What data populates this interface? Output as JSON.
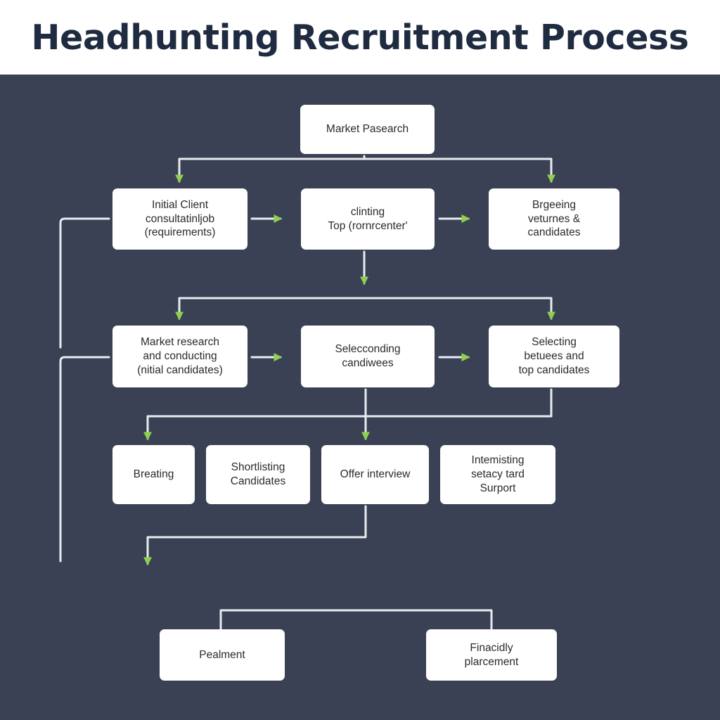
{
  "title": "Headhunting Recruitment Process",
  "colors": {
    "background": "#3a4154",
    "header": "#ffffff",
    "title": "#1f2b40",
    "box": "#ffffff",
    "connector": "#e8ecef",
    "arrow": "#8fd14f"
  },
  "nodes": {
    "market_pasearch": "Market Pasearch",
    "initial_client": "Initial Client\nconsultatinljob\n(requirements)",
    "clinting_top": "clinting\nTop (rornrcenter'",
    "brgeeing": "Brgeeing\nveturnes &\ncandidates",
    "market_research_conducting": "Market research\nand conducting\n(nitial candidates)",
    "selecconding": "Selecconding\ncandiwees",
    "selecting_top": "Selecting\nbetuees and\ntop candidates",
    "breating": "Breating",
    "shortlisting": "Shortlisting\nCandidates",
    "offer_interview": "Offer interview",
    "intemisting": "Intemisting\nsetacy tard\nSurport",
    "pealment": "Pealment",
    "finacidly": "Finacidly\nplarcement"
  }
}
